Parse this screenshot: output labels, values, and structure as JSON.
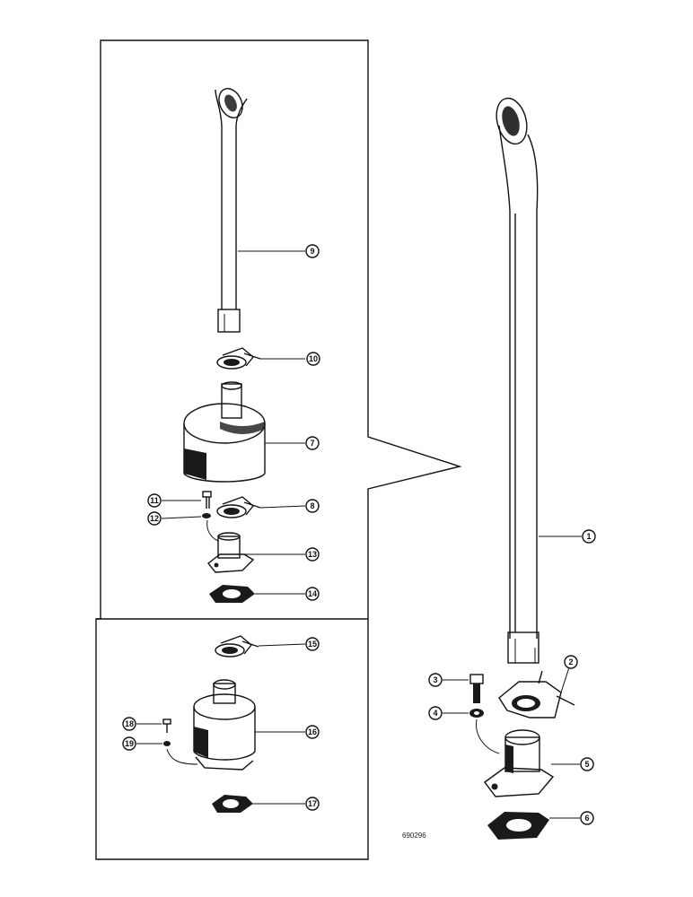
{
  "figure": {
    "part_number": "690296",
    "callouts": {
      "c9_upper": "9",
      "c10": "10",
      "c7": "7",
      "c11": "11",
      "c12": "12",
      "c8": "8",
      "c13": "13",
      "c14": "14",
      "c15": "15",
      "c16": "16",
      "c18": "18",
      "c19": "19",
      "c17": "17",
      "c1": "1",
      "c2": "2",
      "c3": "3",
      "c4": "4",
      "c5": "5",
      "c6": "6"
    }
  }
}
